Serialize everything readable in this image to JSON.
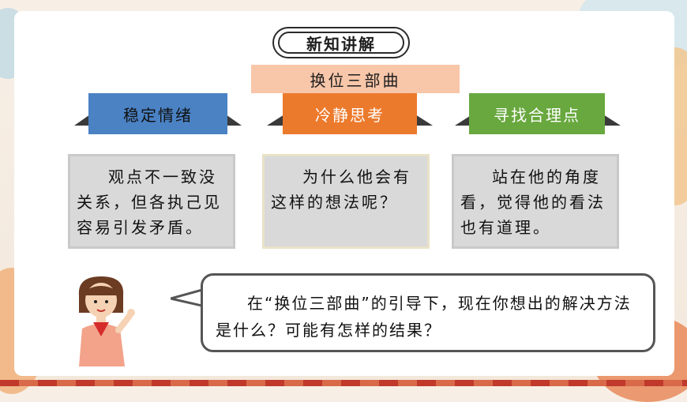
{
  "header": {
    "title": "新知讲解",
    "subtitle": "换位三部曲"
  },
  "steps": [
    {
      "label": "稳定情绪",
      "color": "#4a82c4",
      "text_color": "#111111"
    },
    {
      "label": "冷静思考",
      "color": "#ec7a2c",
      "text_color": "#ffffff"
    },
    {
      "label": "寻找合理点",
      "color": "#68a83e",
      "text_color": "#ffffff"
    }
  ],
  "cards": [
    {
      "text": "观点不一致没关系，但各执己见容易引发矛盾。"
    },
    {
      "text": "为什么他会有这样的想法呢？"
    },
    {
      "text": "站在他的角度看，觉得他的看法也有道理。"
    }
  ],
  "dialog": {
    "text": "在“换位三部曲”的引导下，现在你想出的解决方法是什么？可能有怎样的结果？"
  },
  "colors": {
    "card_bg": "#d9d9d9",
    "subtitle_bg": "#f8c6a9",
    "card_middle_border": "#e9e2c8"
  }
}
